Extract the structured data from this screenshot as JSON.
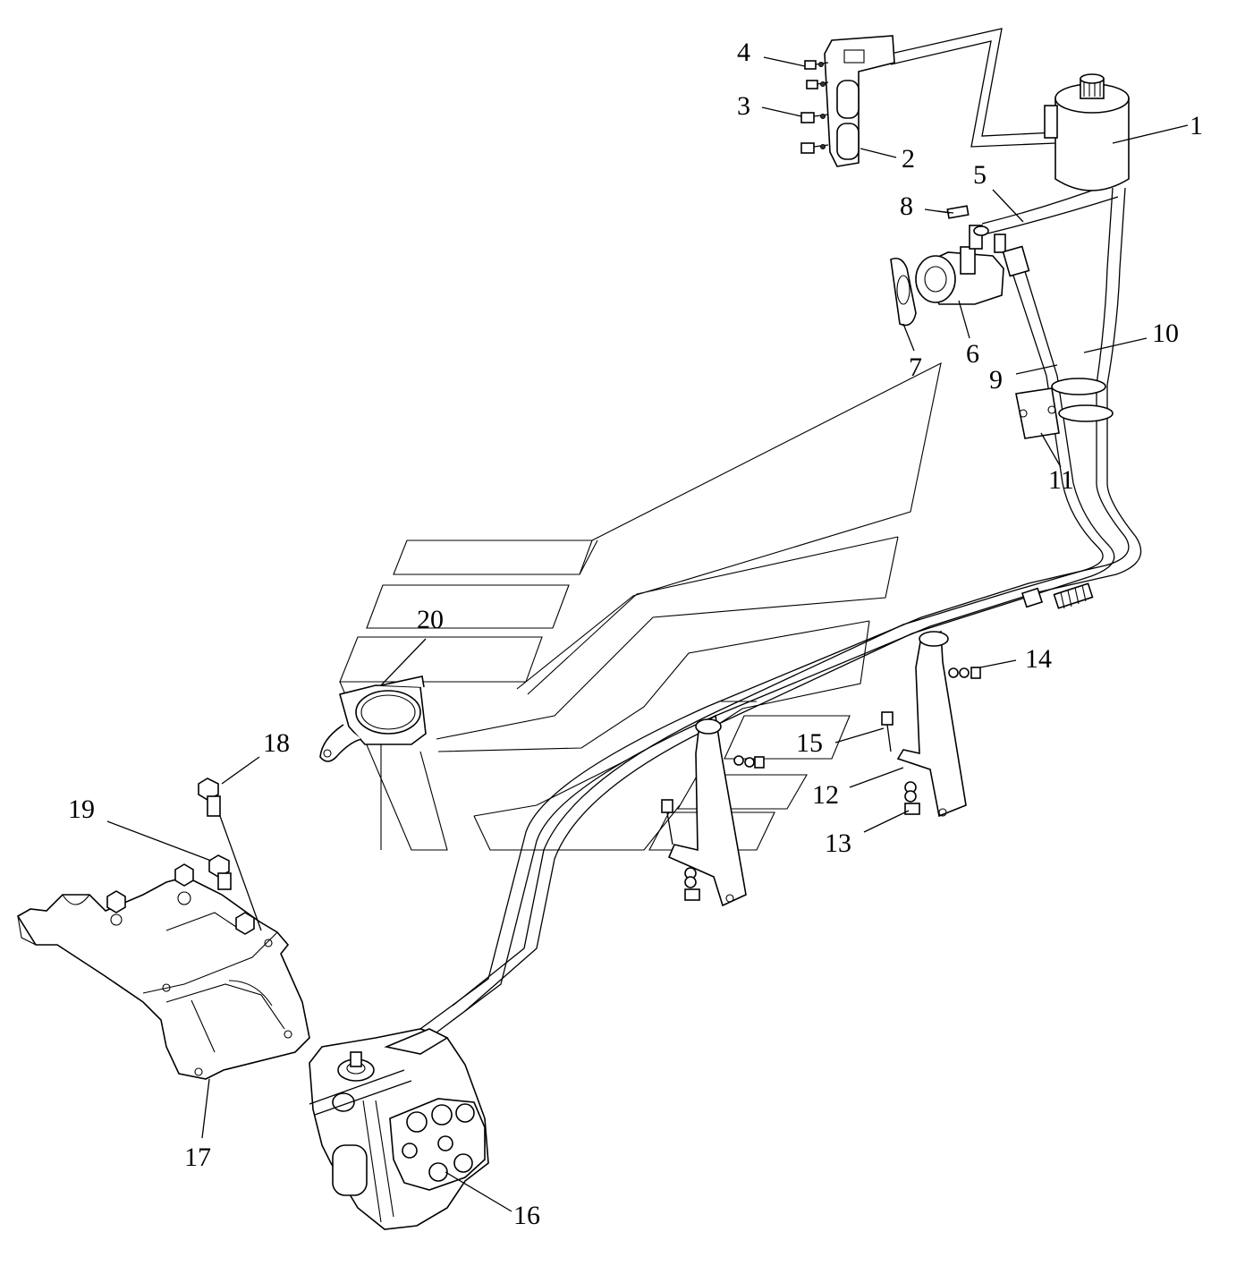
{
  "callouts": [
    {
      "id": 1,
      "text": "1"
    },
    {
      "id": 2,
      "text": "2"
    },
    {
      "id": 3,
      "text": "3"
    },
    {
      "id": 4,
      "text": "4"
    },
    {
      "id": 5,
      "text": "5"
    },
    {
      "id": 6,
      "text": "6"
    },
    {
      "id": 7,
      "text": "7"
    },
    {
      "id": 8,
      "text": "8"
    },
    {
      "id": 9,
      "text": "9"
    },
    {
      "id": 10,
      "text": "10"
    },
    {
      "id": 11,
      "text": "11"
    },
    {
      "id": 12,
      "text": "12"
    },
    {
      "id": 13,
      "text": "13"
    },
    {
      "id": 14,
      "text": "14"
    },
    {
      "id": 15,
      "text": "15"
    },
    {
      "id": 16,
      "text": "16"
    },
    {
      "id": 17,
      "text": "17"
    },
    {
      "id": 18,
      "text": "18"
    },
    {
      "id": 19,
      "text": "19"
    },
    {
      "id": 20,
      "text": "20"
    }
  ],
  "colors": {
    "line": "#000000",
    "background": "#ffffff"
  }
}
